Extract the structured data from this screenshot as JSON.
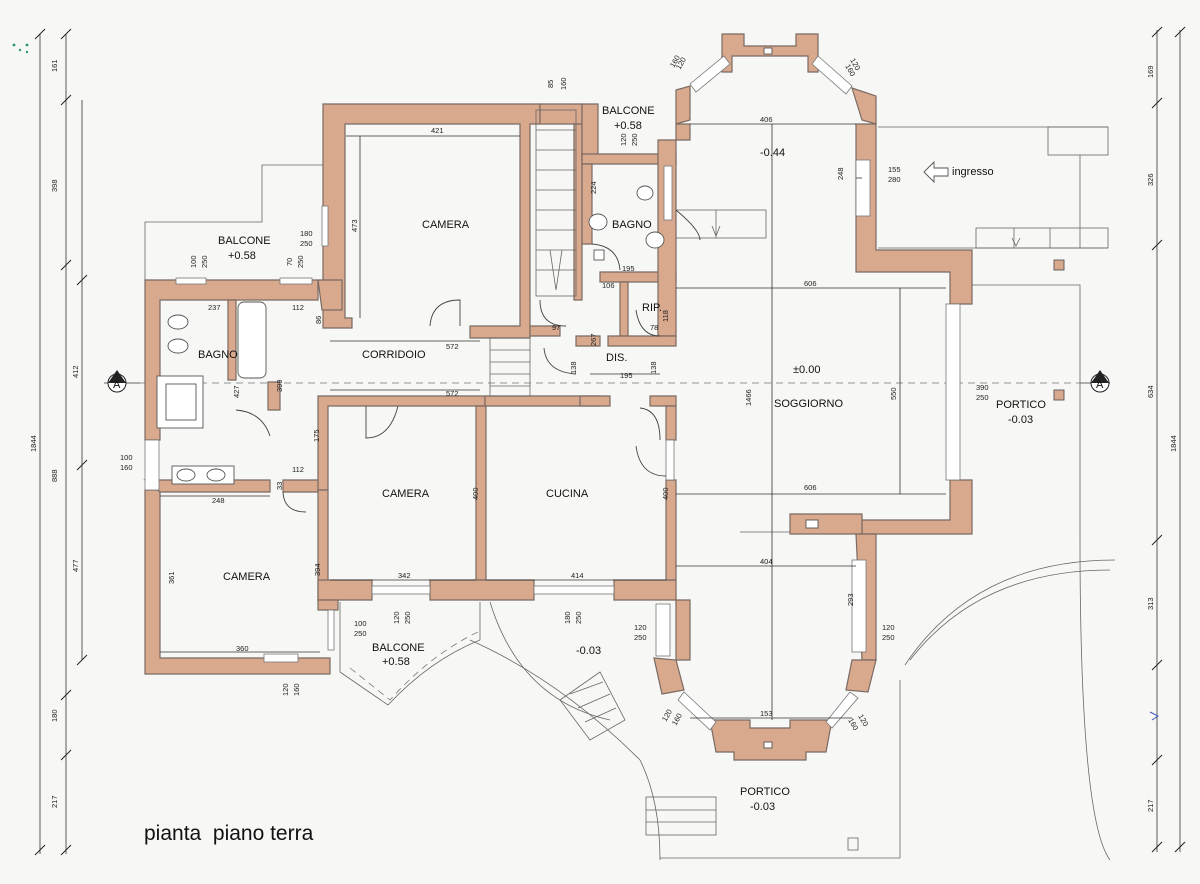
{
  "title": "pianta  piano terra",
  "section_marker": "A",
  "colors": {
    "wall": "#d9a98e",
    "paper": "#f7f7f5",
    "ink": "#222222"
  },
  "rooms": {
    "camera_top": "CAMERA",
    "balcone_left_name": "BALCONE",
    "balcone_left_level": "+0.58",
    "bagno_left": "BAGNO",
    "corridoio": "CORRIDOIO",
    "camera_mid": "CAMERA",
    "cucina": "CUCINA",
    "camera_bottom": "CAMERA",
    "balcone_bottom_name": "BALCONE",
    "balcone_bottom_level": "+0.58",
    "balcone_top_name": "BALCONE",
    "balcone_top_level": "+0.58",
    "bagno_right": "BAGNO",
    "rip": "RIP.",
    "dis": "DIS.",
    "level_top_right": "-0.44",
    "ingresso": "ingresso",
    "soggiorno_level": "±0.00",
    "soggiorno": "SOGGIORNO",
    "portico_right_name": "PORTICO",
    "portico_right_level": "-0.03",
    "level_center_bottom": "-0.03",
    "portico_bottom_name": "PORTICO",
    "portico_bottom_level": "-0.03"
  },
  "dims": {
    "d421": "421",
    "d473": "473",
    "d180_250_a": "180",
    "d250_a": "250",
    "d100_250_top": "100",
    "d250_b": "250",
    "d70": "70",
    "d250_c": "250",
    "d237": "237",
    "d112_a": "112",
    "d86": "86",
    "d572_a": "572",
    "d572_b": "572",
    "d399": "399",
    "d427": "427",
    "d175": "175",
    "d112_b": "112",
    "d33": "33",
    "d248_a": "248",
    "d100_left": "100",
    "d160_left": "160",
    "d361": "361",
    "d394": "394",
    "d360": "360",
    "d120_bot_a": "120",
    "d160_bot_a": "160",
    "d100_250_bal": "100",
    "d250_bal": "250",
    "d120_250_bal": "120",
    "d250_bal2": "250",
    "d342": "342",
    "d400_a": "400",
    "d400_b": "400",
    "d414": "414",
    "d180_250_cu": "180",
    "d250_cu": "250",
    "d85": "85",
    "d160_stair": "160",
    "d120_250_top": "120",
    "d250_top": "250",
    "d224": "224",
    "d195_a": "195",
    "d106": "106",
    "d97": "97",
    "d267": "267",
    "d78": "78",
    "d118": "118",
    "d138_a": "138",
    "d195_b": "195",
    "d138_b": "138",
    "d406": "406",
    "d248_b": "248",
    "d155": "155",
    "d280": "280",
    "d606_a": "606",
    "d1466": "1466",
    "d550": "550",
    "d390": "390",
    "d250_r": "250",
    "d606_b": "606",
    "d404": "404",
    "d293": "293",
    "d120_250_r": "120",
    "d250_r2": "250",
    "d120_250_l": "120",
    "d250_l2": "250",
    "d153": "153",
    "d120_tl": "120",
    "d160_tl": "160",
    "d120_tr": "120",
    "d160_tr": "160",
    "d120_bl": "120",
    "d160_bl": "160",
    "d120_br": "120",
    "d160_br": "160"
  },
  "left_dims": [
    "161",
    "398",
    "412",
    "888",
    "477",
    "1844",
    "180",
    "217"
  ],
  "right_dims": [
    "169",
    "326",
    "634",
    "1844",
    "313",
    "217"
  ]
}
